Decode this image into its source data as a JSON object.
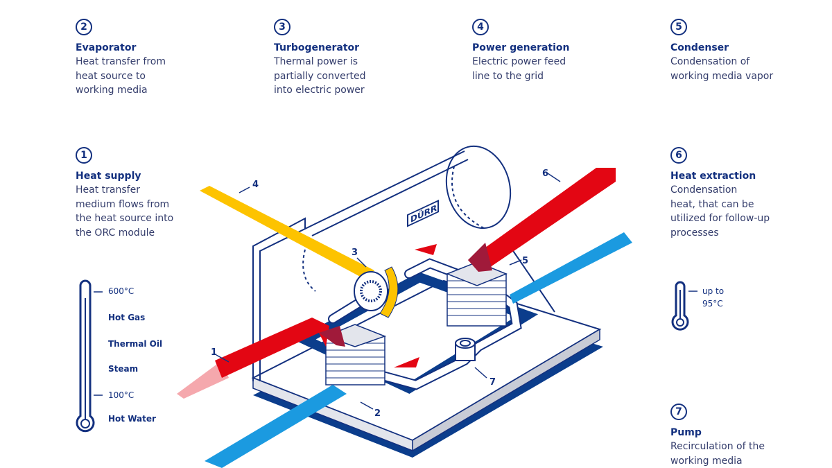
{
  "steps": [
    {
      "number": "1",
      "title": "Heat supply",
      "desc": "Heat transfer\nmedium flows from\nthe heat source into\nthe ORC module"
    },
    {
      "number": "2",
      "title": "Evaporator",
      "desc": "Heat transfer from\nheat source to\nworking media"
    },
    {
      "number": "3",
      "title": "Turbogenerator",
      "desc": "Thermal power is\npartially converted\ninto electric power"
    },
    {
      "number": "4",
      "title": "Power generation",
      "desc": "Electric power feed\nline to the grid"
    },
    {
      "number": "5",
      "title": "Condenser",
      "desc": "Condensation of\nworking media vapor"
    },
    {
      "number": "6",
      "title": "Heat extraction",
      "desc": "Condensation\nheat, that can be\nutilized for follow-up\nprocesses"
    },
    {
      "number": "7",
      "title": "Pump",
      "desc": "Recirculation of the\nworking media"
    }
  ],
  "thermometer_left": {
    "top_temp": "600°C",
    "media": [
      "Hot Gas",
      "Thermal Oil",
      "Steam"
    ],
    "bottom_temp": "100°C",
    "bottom_media": "Hot Water"
  },
  "thermometer_right": {
    "line1": "up to",
    "line2": "95°C"
  },
  "diagram": {
    "logo": "DÜRR",
    "callouts": [
      "1",
      "2",
      "3",
      "4",
      "5",
      "6",
      "7"
    ]
  },
  "colors": {
    "navy": "#13307f",
    "red": "#e30613",
    "yellow": "#fdc300",
    "blue": "#1b9ae0",
    "dark_blue": "#0b3d8c"
  }
}
